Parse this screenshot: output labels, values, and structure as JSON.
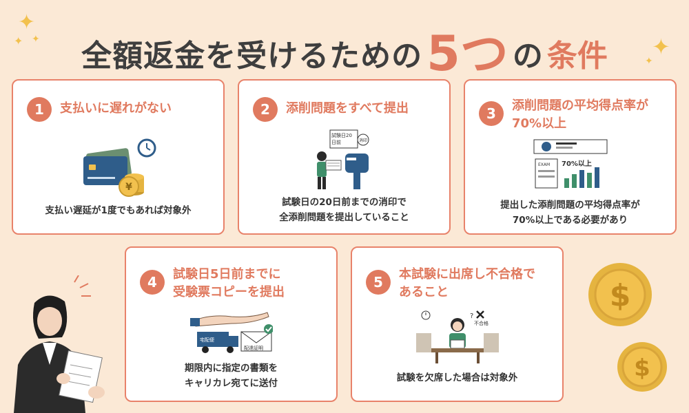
{
  "title": {
    "main": "全額返金を受けるための",
    "number": "5つ",
    "particle": "の",
    "accent": "条件"
  },
  "cards": [
    {
      "num": "1",
      "title": "支払いに遅れがない",
      "desc_lines": [
        "支払い遅延が1度でもあれば対象外"
      ],
      "icon": "credit-card-coins-clock-icon"
    },
    {
      "num": "2",
      "title": "添削問題をすべて提出",
      "desc_lines": [
        "試験日の20日前までの消印で",
        "全添削問題を提出していること"
      ],
      "icon": "person-mailbox-icon",
      "illus_text": [
        "試験日20",
        "日前",
        "消印"
      ]
    },
    {
      "num": "3",
      "title_lines": [
        "添削問題の平均得点率が",
        "70%以上"
      ],
      "desc_lines": [
        "提出した添削問題の平均得点率が",
        "70%以上である必要があり"
      ],
      "icon": "exam-chart-icon",
      "illus_text": [
        "70%以上",
        "EXAM"
      ]
    },
    {
      "num": "4",
      "title_lines": [
        "試験日5日前までに",
        "受験票コピーを提出"
      ],
      "desc_lines": [
        "期限内に指定の書類を",
        "キャリカレ宛てに送付"
      ],
      "icon": "hand-delivery-envelope-icon",
      "illus_text": [
        "宅配便",
        "配達証明"
      ]
    },
    {
      "num": "5",
      "title_lines": [
        "本試験に出席し不合格で",
        "あること"
      ],
      "desc_lines": [
        "試験を欠席した場合は対象外"
      ],
      "icon": "student-exam-desk-icon",
      "illus_text": [
        "不合格",
        "?"
      ]
    }
  ],
  "colors": {
    "background": "#fbe9d6",
    "accent": "#e07a5f",
    "coin": "#f2c14e"
  }
}
